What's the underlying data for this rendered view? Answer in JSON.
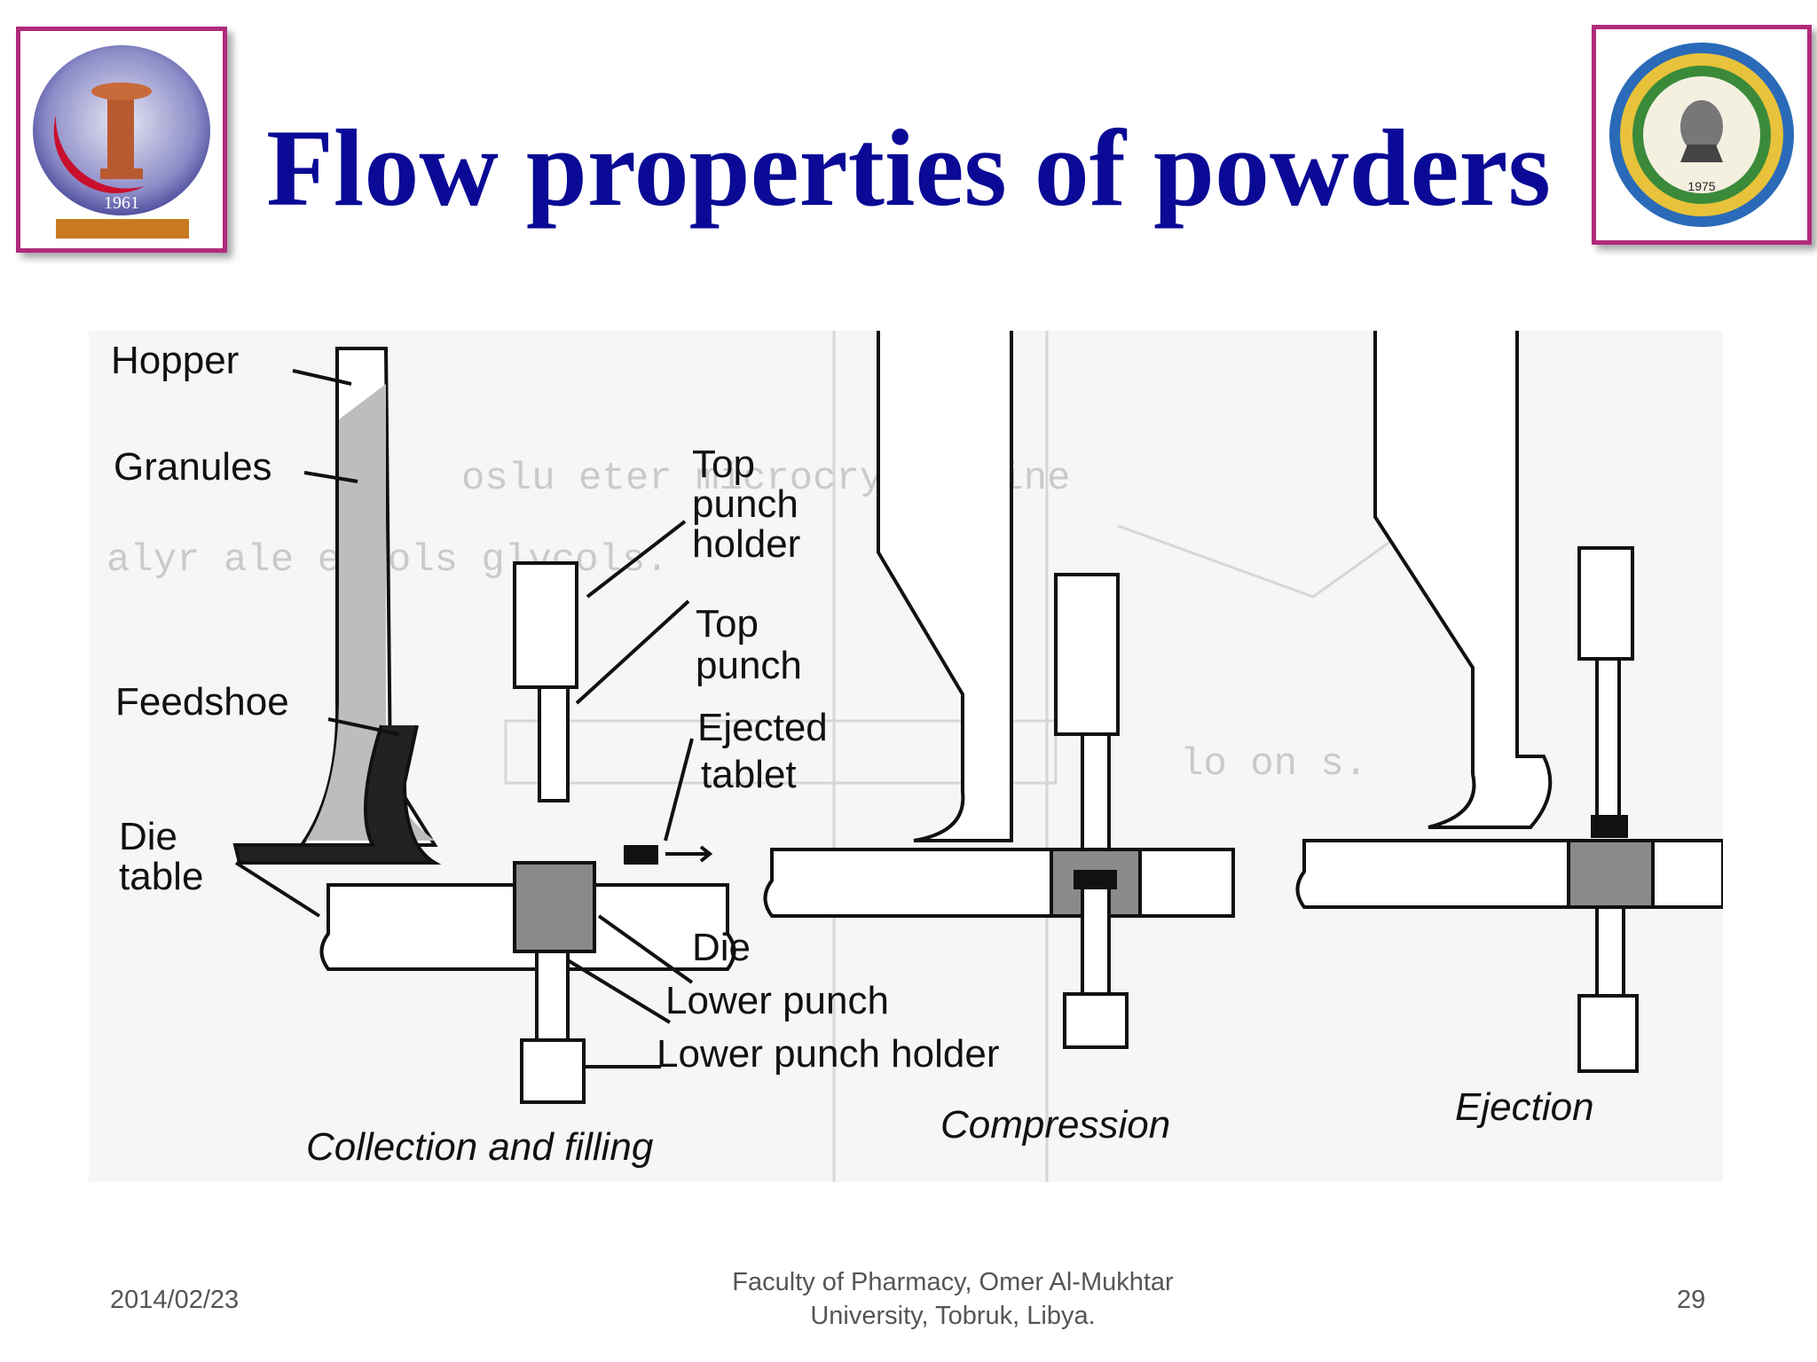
{
  "slide": {
    "title": "Flow properties of powders"
  },
  "logos": {
    "left": {
      "year": "1961",
      "icon": "faculty-logo-icon"
    },
    "right": {
      "year": "1975",
      "icon": "university-seal-icon"
    }
  },
  "figure": {
    "labels": {
      "hopper": "Hopper",
      "granules": "Granules",
      "top_punch_holder_1": "Top",
      "top_punch_holder_2": "punch",
      "top_punch_holder_3": "holder",
      "top_punch_1": "Top",
      "top_punch_2": "punch",
      "feedshoe": "Feedshoe",
      "ejected_tablet_1": "Ejected",
      "ejected_tablet_2": "tablet",
      "die_table_1": "Die",
      "die_table_2": "table",
      "die": "Die",
      "lower_punch": "Lower punch",
      "lower_punch_holder": "Lower punch holder"
    },
    "captions": {
      "stage1": "Collection and filling",
      "stage2": "Compression",
      "stage3": "Ejection"
    }
  },
  "footer": {
    "date": "2014/02/23",
    "institution_line1": "Faculty of Pharmacy, Omer Al-Mukhtar",
    "institution_line2": "University, Tobruk, Libya.",
    "page": "29"
  },
  "colors": {
    "title": "#0a0a96",
    "logo_border": "#b02a7a",
    "footer_text": "#555555"
  }
}
